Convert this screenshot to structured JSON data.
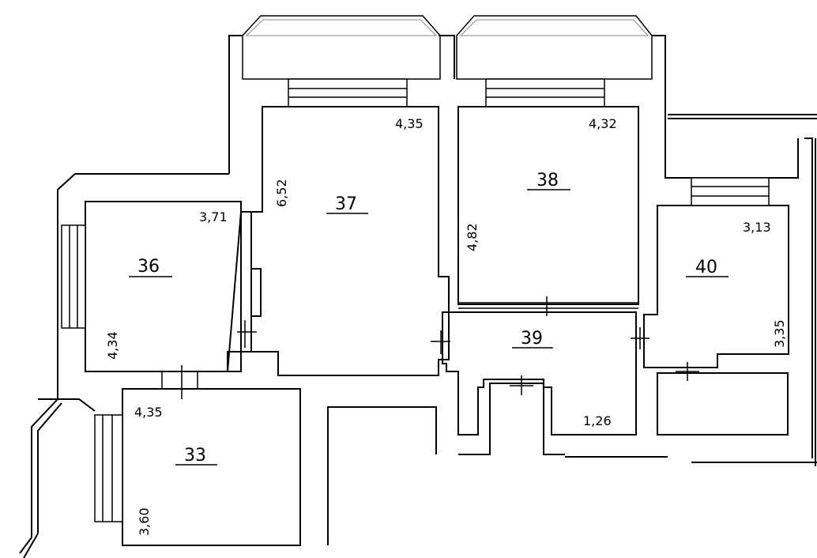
{
  "rooms": [
    {
      "number": "36",
      "dims": [
        "3,71",
        "4,34"
      ]
    },
    {
      "number": "37",
      "dims": [
        "4,35",
        "6,52"
      ]
    },
    {
      "number": "38",
      "dims": [
        "4,32",
        "4,82"
      ]
    },
    {
      "number": "39",
      "dims": [
        "1,26"
      ]
    },
    {
      "number": "40",
      "dims": [
        "3,13",
        "3,35"
      ]
    },
    {
      "number": "33",
      "dims": [
        "4,35",
        "3,60"
      ]
    }
  ]
}
